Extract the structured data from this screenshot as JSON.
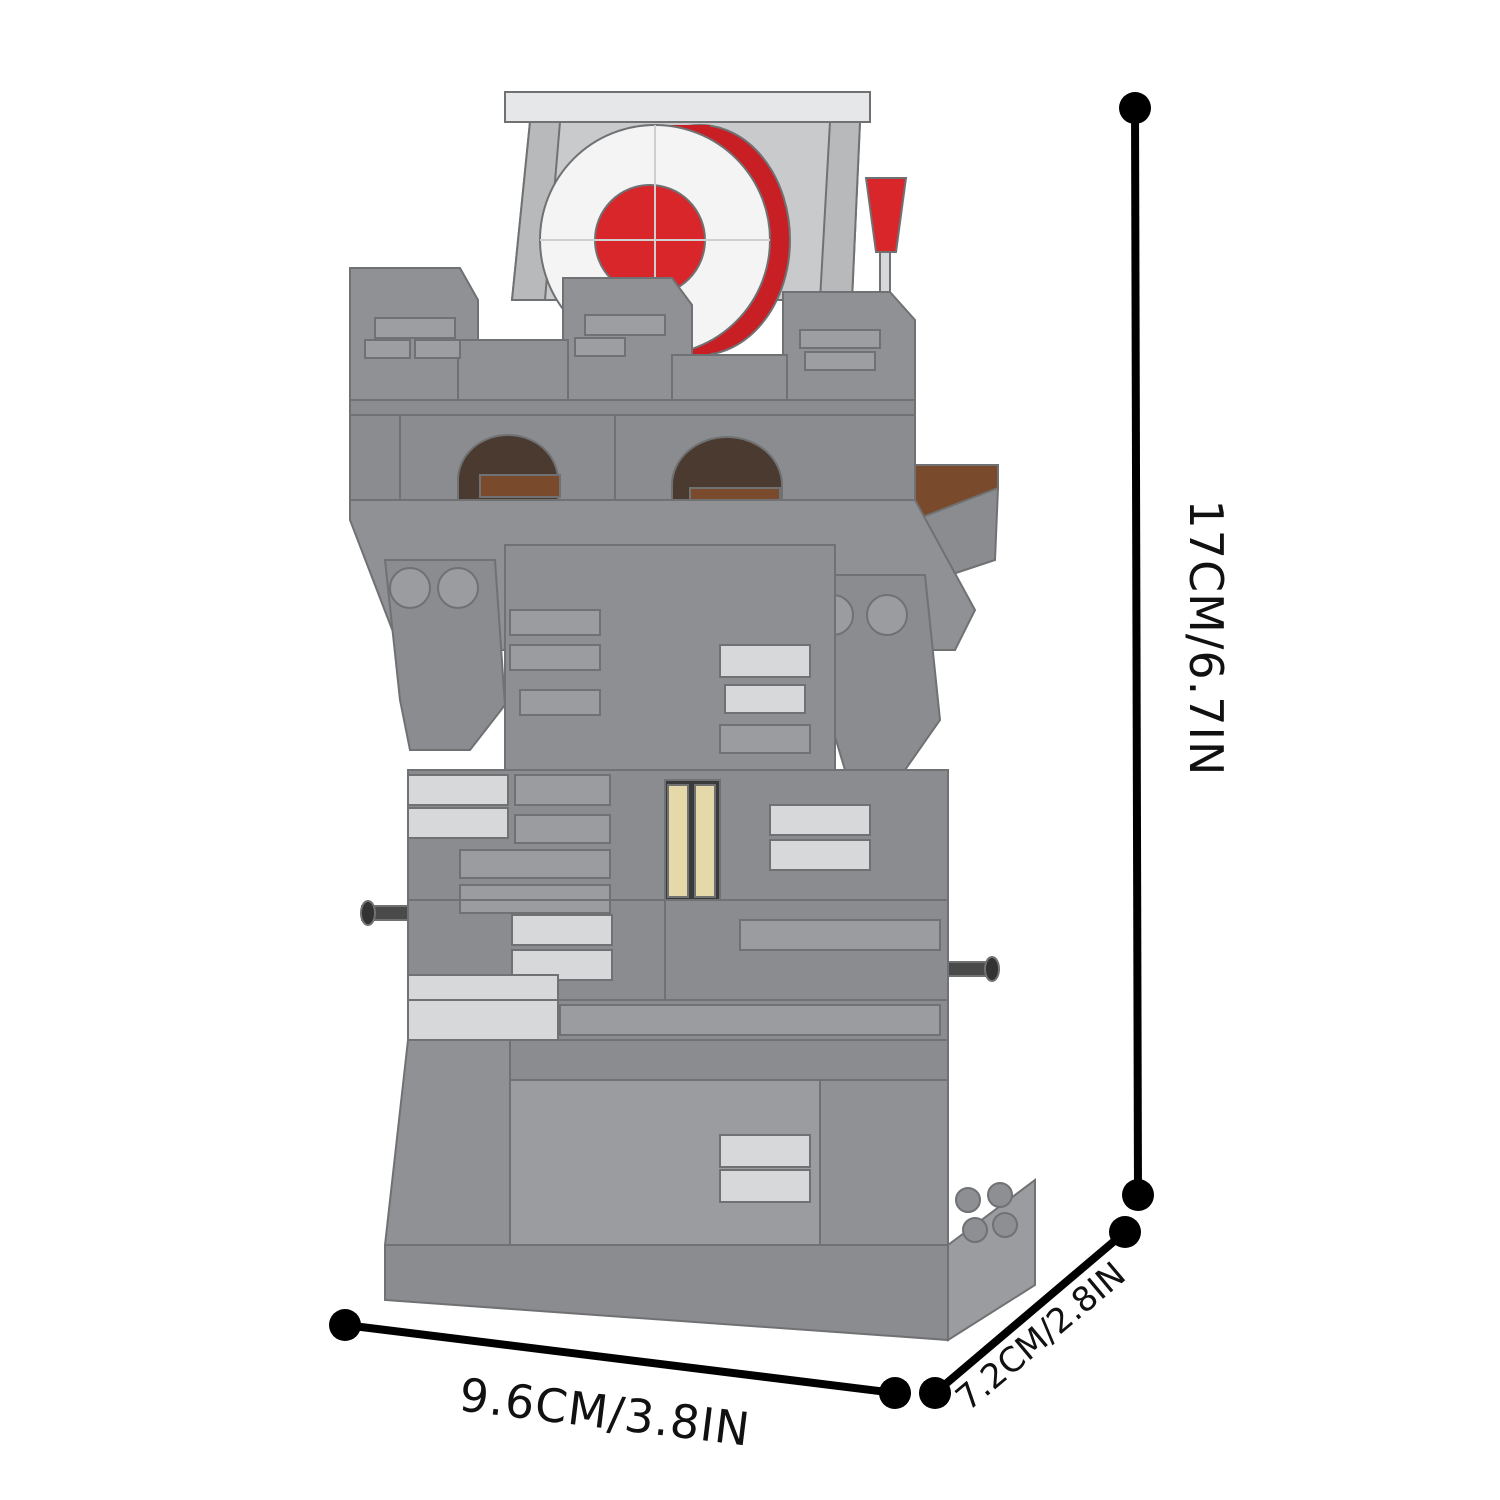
{
  "product": {
    "colors": {
      "stone_dark": "#8a8c8f",
      "stone_mid": "#9a9c9f",
      "stone_light": "#d7d8da",
      "drum_red": "#d8262b",
      "drum_white": "#f4f4f4",
      "wood_brown": "#7a4a2c",
      "tan_gate": "#e6d9a9",
      "outline": "#6f7173"
    }
  },
  "dimensions": {
    "height_label": "17CM/6.7IN",
    "width_label": "9.6CM/3.8IN",
    "depth_label": "7.2CM/2.8IN"
  }
}
